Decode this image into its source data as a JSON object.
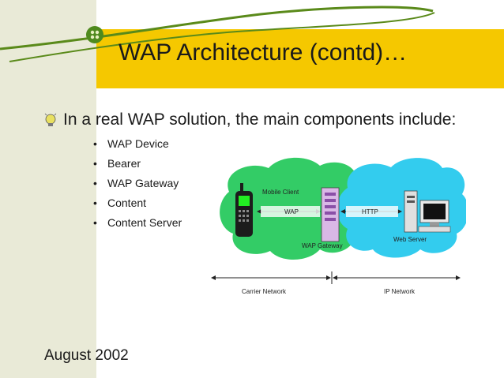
{
  "slide": {
    "title": "WAP Architecture (contd)…",
    "intro": "In a real WAP solution, the main components include:",
    "bullets": [
      "WAP Device",
      "Bearer",
      "WAP Gateway",
      "Content",
      "Content Server"
    ],
    "date": "August 2002"
  },
  "diagram": {
    "labels": {
      "mobile_client": "Mobile Client",
      "wap": "WAP",
      "http": "HTTP",
      "wap_gateway": "WAP Gateway",
      "web_server": "Web Server",
      "carrier_network": "Carrier Network",
      "ip_network": "IP Network"
    },
    "colors": {
      "carrier_cloud": "#33cc66",
      "ip_cloud": "#33ccee",
      "gateway": "#d9b8e6"
    }
  },
  "icons": {
    "bullet": "lightbulb-bullet-icon",
    "logo": "logo-icon"
  },
  "colors": {
    "title_band": "#f5c800",
    "left_strip": "#e9ead7",
    "swoosh": "#5a8a1a"
  }
}
